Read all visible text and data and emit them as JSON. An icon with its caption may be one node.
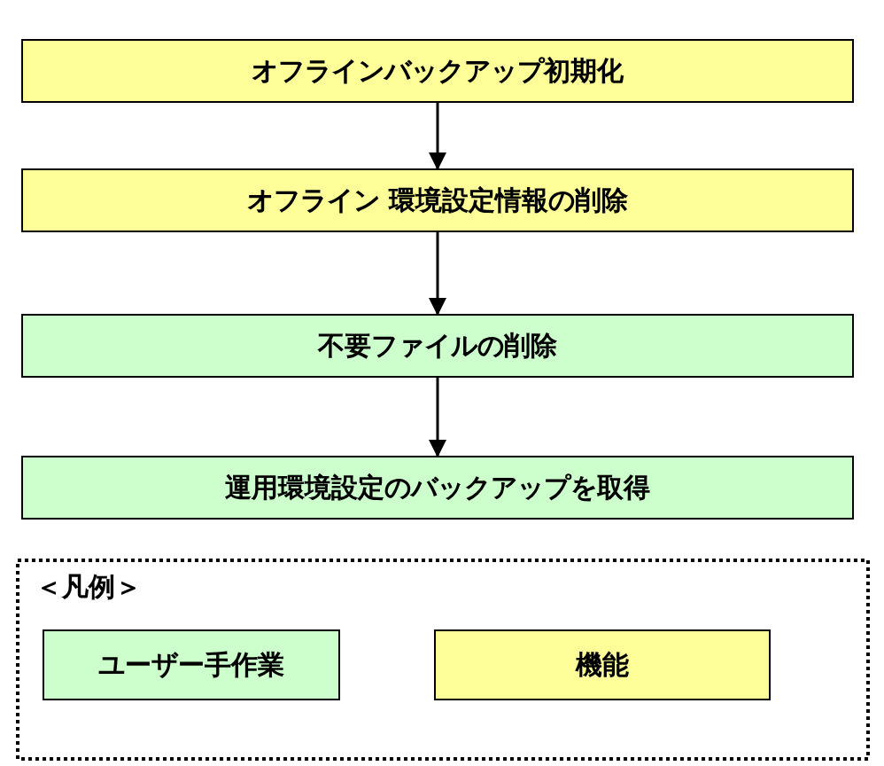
{
  "diagram": {
    "nodes": [
      {
        "text": [
          "オフラインバックアップ初期化"
        ]
      },
      {
        "text": [
          "オフライン 環境設定情報の削除"
        ]
      },
      {
        "text": [
          "不要ファイルの削除"
        ]
      },
      {
        "text": [
          "運用環境設定のバックアップを取得"
        ]
      }
    ],
    "edges": [
      {
        "from": 0,
        "to": 1,
        "arrow": "to"
      },
      {
        "from": 1,
        "to": 2,
        "arrow": "to"
      },
      {
        "from": 2,
        "to": 3,
        "arrow": "to"
      }
    ],
    "labels": [
      "＜凡例＞"
    ],
    "legend": [
      {
        "text": "ユーザー手作業",
        "color": "#ccffcc"
      },
      {
        "text": "機能",
        "color": "#ffff99"
      }
    ]
  }
}
